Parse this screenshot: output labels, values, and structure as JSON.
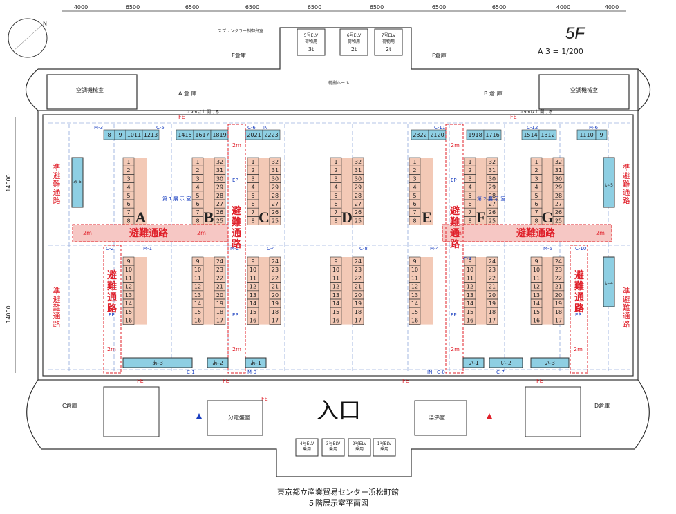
{
  "floor": "5F",
  "scale": "A 3 = 1/200",
  "dimensions_top": [
    "4000",
    "6500",
    "6500",
    "6500",
    "6500",
    "6500",
    "6500",
    "6500",
    "4000"
  ],
  "dimensions_left": [
    "14000",
    "14000"
  ],
  "rows": [
    "A",
    "B",
    "C",
    "D",
    "E",
    "F",
    "G"
  ],
  "evac_label": "避難通路",
  "evac_vertical": [
    "避",
    "難",
    "通",
    "路"
  ],
  "sub_evac": [
    "準",
    "避",
    "難",
    "通",
    "路"
  ],
  "width_label": "2m",
  "entrance": "入口",
  "rooms": {
    "e_warehouse": "E倉庫",
    "f_warehouse": "F倉庫",
    "a_warehouse": "A 倉 庫",
    "b_warehouse": "B 倉 庫",
    "c_warehouse": "C倉庫",
    "d_warehouse": "D倉庫",
    "ac_left": "空調機械室",
    "ac_right": "空調機械室",
    "elevator_hall": "荷捌ホール",
    "power_room": "分電盤室",
    "water_room": "湯沸室",
    "sprinkler": "スプリンクラー制御弁室"
  },
  "elevators_top": [
    {
      "name": "5号ELV",
      "sub": "荷物用",
      "cap": "3t"
    },
    {
      "name": "6号ELV",
      "sub": "荷物用",
      "cap": "2t"
    },
    {
      "name": "7号ELV",
      "sub": "荷物用",
      "cap": "2t"
    }
  ],
  "elevators_bottom": [
    {
      "name": "4号ELV",
      "sub": "乗用"
    },
    {
      "name": "3号ELV",
      "sub": "乗用"
    },
    {
      "name": "2号ELV",
      "sub": "乗用"
    },
    {
      "name": "1号ELV",
      "sub": "乗用"
    }
  ],
  "top_booths": [
    "8",
    "9",
    "1011",
    "1213",
    "1415",
    "1617",
    "1819",
    "2021",
    "2223",
    "2322",
    "2120",
    "1918",
    "1716",
    "1514",
    "1312",
    "1110",
    "9"
  ],
  "side_booths": {
    "left": "あ-5",
    "right_top": "い-5",
    "right_bottom": "い-4"
  },
  "bottom_booths": [
    "あ-3",
    "あ-2",
    "あ-1",
    "い-1",
    "い-2",
    "い-3"
  ],
  "labels_top": [
    "M-3",
    "C-5",
    "C-6",
    "IN",
    "C-11",
    "C-12",
    "M-6"
  ],
  "labels_mid": [
    "C-2",
    "M-1",
    "M-2",
    "C-4",
    "C-8",
    "M-4",
    "C-9",
    "M-5",
    "C-10"
  ],
  "labels_bottom": [
    "C-1",
    "M-0",
    "IN",
    "C-0",
    "C-7"
  ],
  "ep_label": "EP",
  "fe_label": "FE",
  "hall_labels": [
    "第 1 展 示 室",
    "第 2 展 示 室"
  ],
  "note_top": "0.9m以上 開ける",
  "caption_line1": "東京都立産業貿易センター浜松町館",
  "caption_line2": "５階展示室平面図"
}
